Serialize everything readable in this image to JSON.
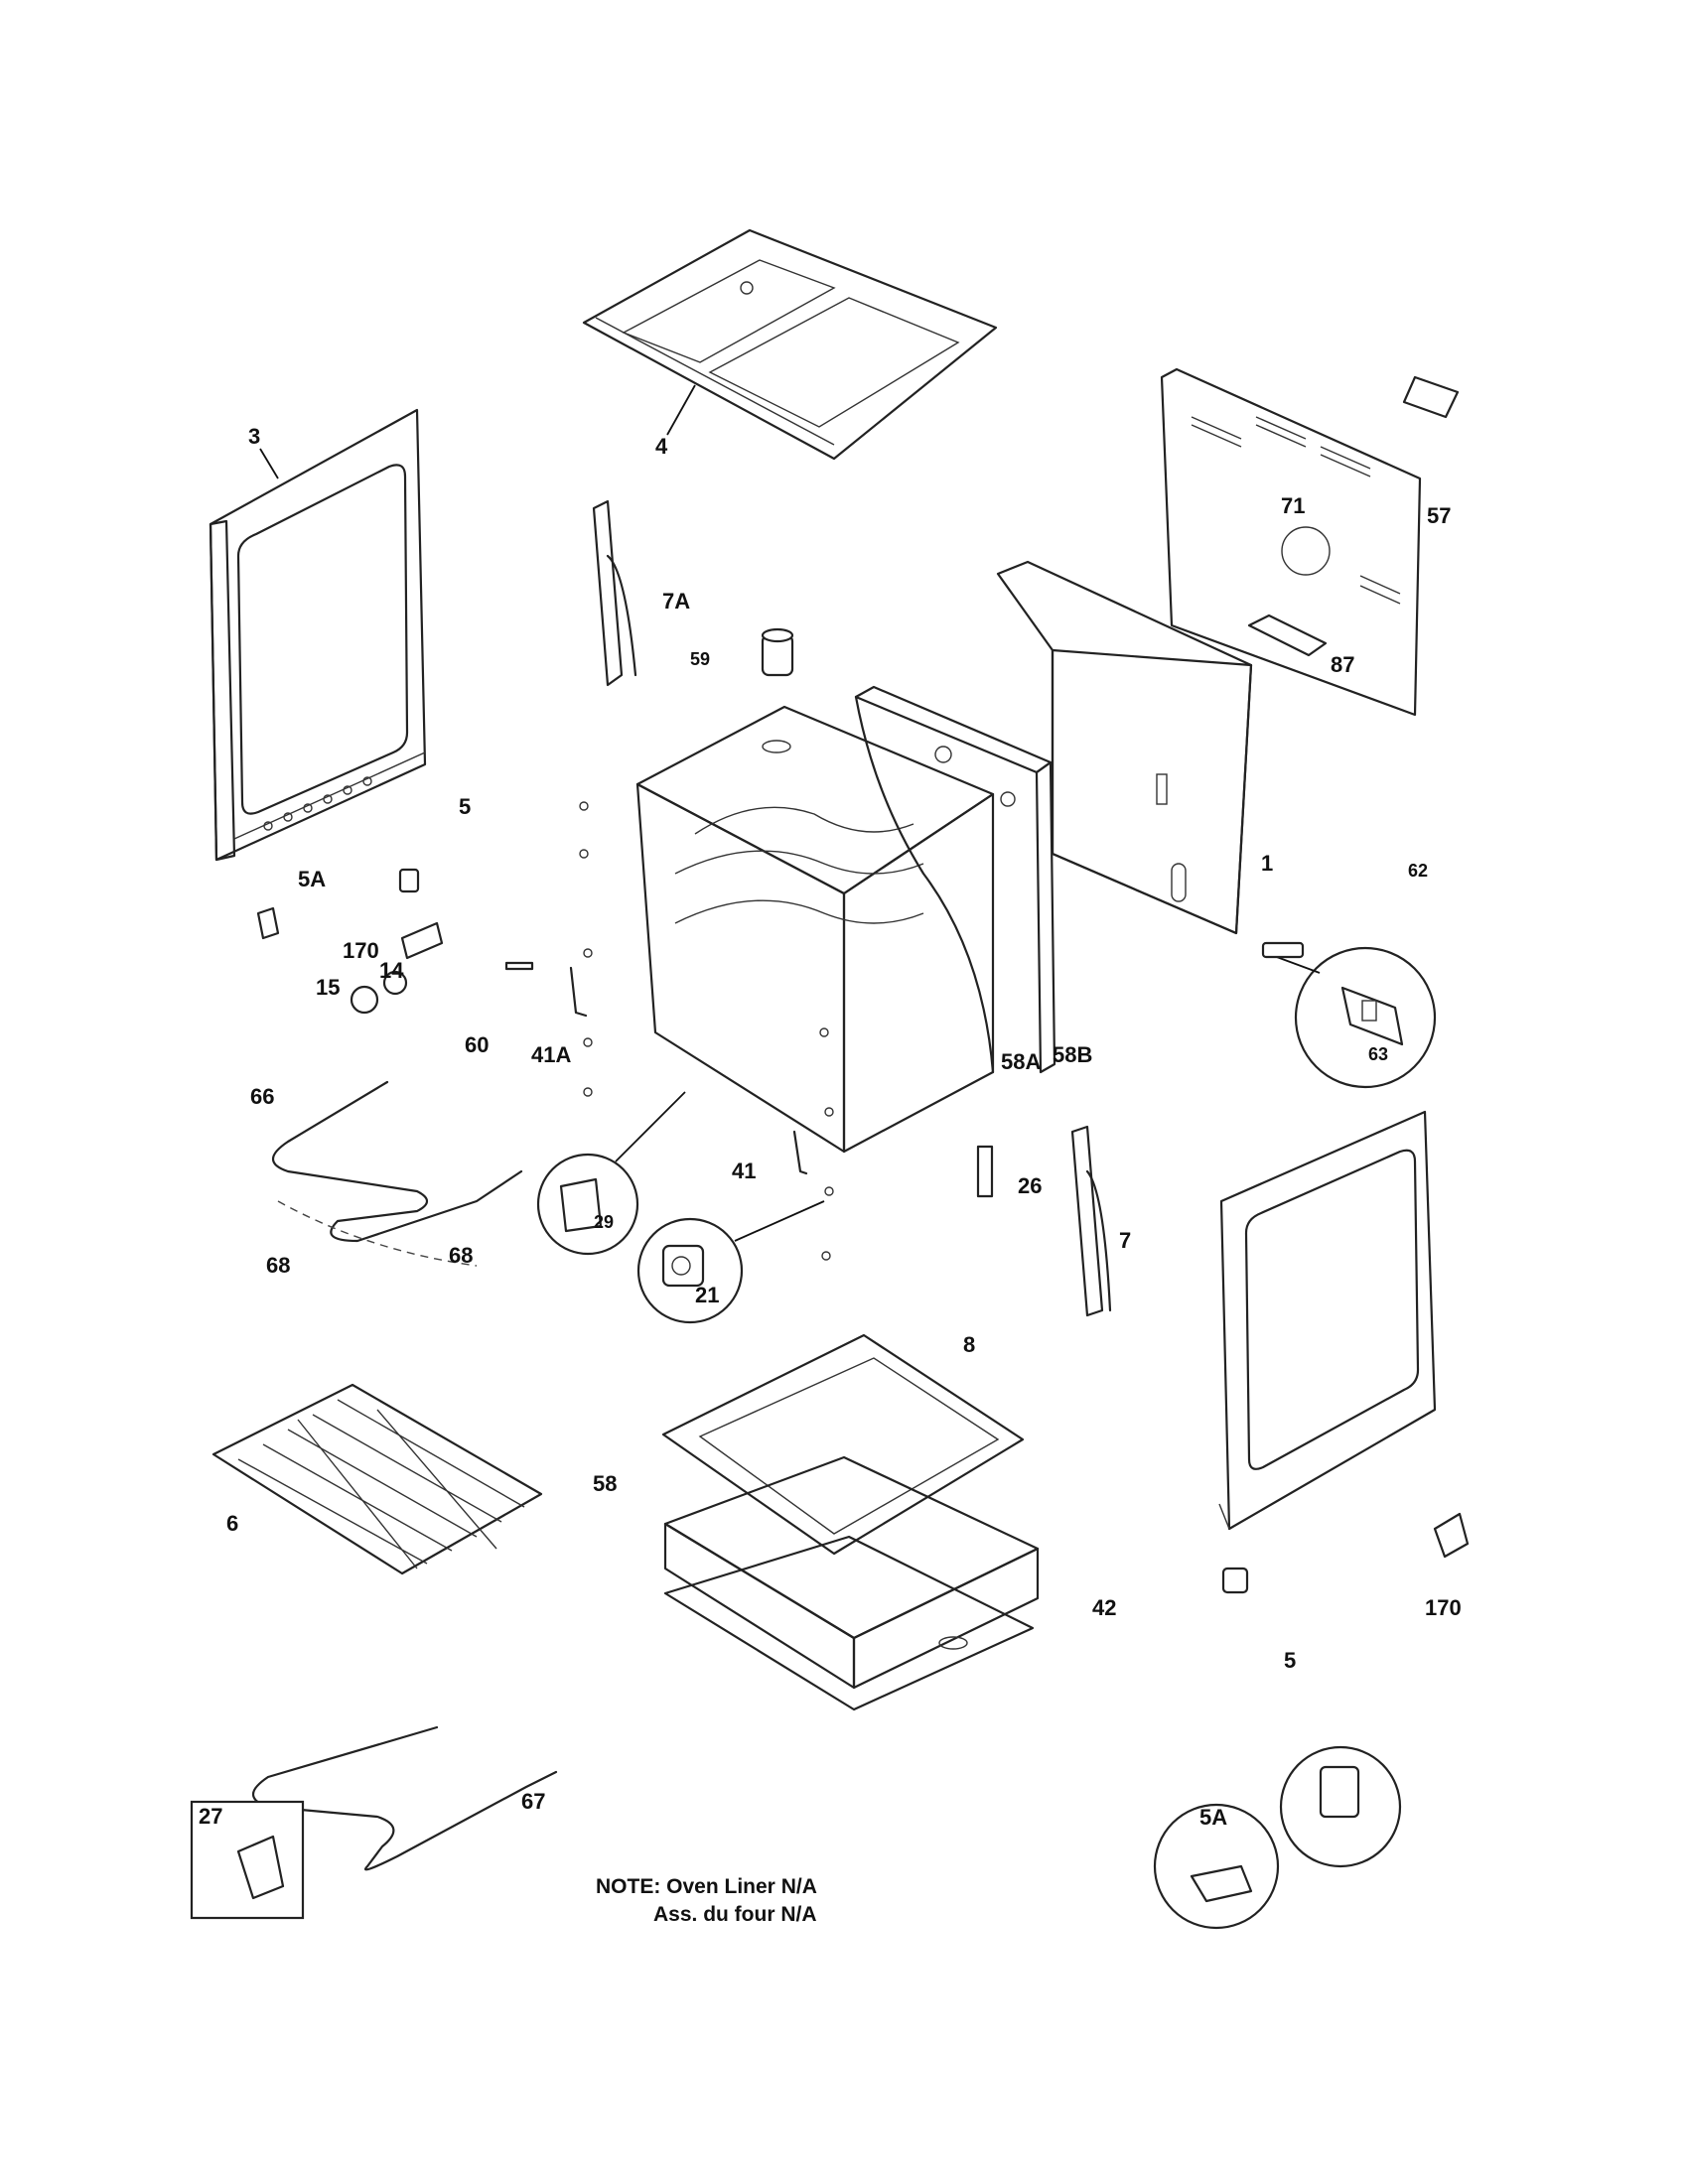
{
  "callouts": {
    "c3": "3",
    "c4": "4",
    "c57": "57",
    "c71": "71",
    "c7A": "7A",
    "c59": "59",
    "c87": "87",
    "c5_top": "5",
    "c5A_top": "5A",
    "c170_top": "170",
    "c15": "15",
    "c14": "14",
    "c1": "1",
    "c62": "62",
    "c63": "63",
    "c60": "60",
    "c41A": "41A",
    "c58A": "58A",
    "c58B": "58B",
    "c66": "66",
    "c29": "29",
    "c41": "41",
    "c26": "26",
    "c7": "7",
    "c68_left": "68",
    "c68_right": "68",
    "c21": "21",
    "c8": "8",
    "c6": "6",
    "c58": "58",
    "c42": "42",
    "c170_bot": "170",
    "c5_bot": "5",
    "c5A_bot": "5A",
    "c67": "67",
    "c27": "27"
  },
  "note": {
    "line1": "NOTE: Oven Liner N/A",
    "line2": "Ass. du four N/A"
  }
}
